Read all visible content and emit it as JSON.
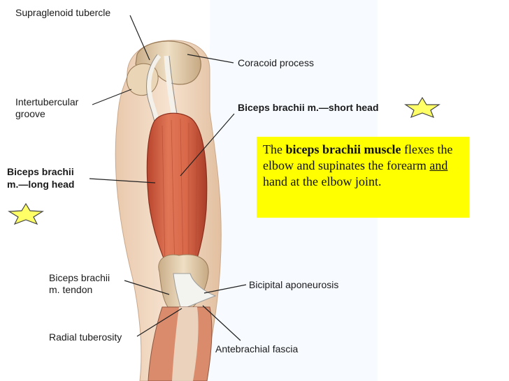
{
  "labels": {
    "supraglenoid": "Supraglenoid tubercle",
    "coracoid": "Coracoid process",
    "intertubercular_1": "Intertubercular",
    "intertubercular_2": "groove",
    "short_head": "Biceps brachii m.—short head",
    "long_head_1": "Biceps brachii",
    "long_head_2": "m.—long head",
    "tendon_1": "Biceps brachii",
    "tendon_2": "m. tendon",
    "aponeurosis": "Bicipital aponeurosis",
    "radial": "Radial tuberosity",
    "fascia": "Antebrachial fascia"
  },
  "note": {
    "part1": "The ",
    "bold": "biceps brachii muscle",
    "part2": "flexes the elbow and supinates the forearm ",
    "underlined": "and ",
    "part3": "hand at the elbow joint."
  },
  "colors": {
    "note_background": "#ffff00",
    "star_fill": "#ffff66",
    "muscle": "#d9694a",
    "bone": "#e8d6b8",
    "skin": "#f3dcc6"
  },
  "icons": {
    "star_left": "star-icon",
    "star_right": "star-icon"
  }
}
